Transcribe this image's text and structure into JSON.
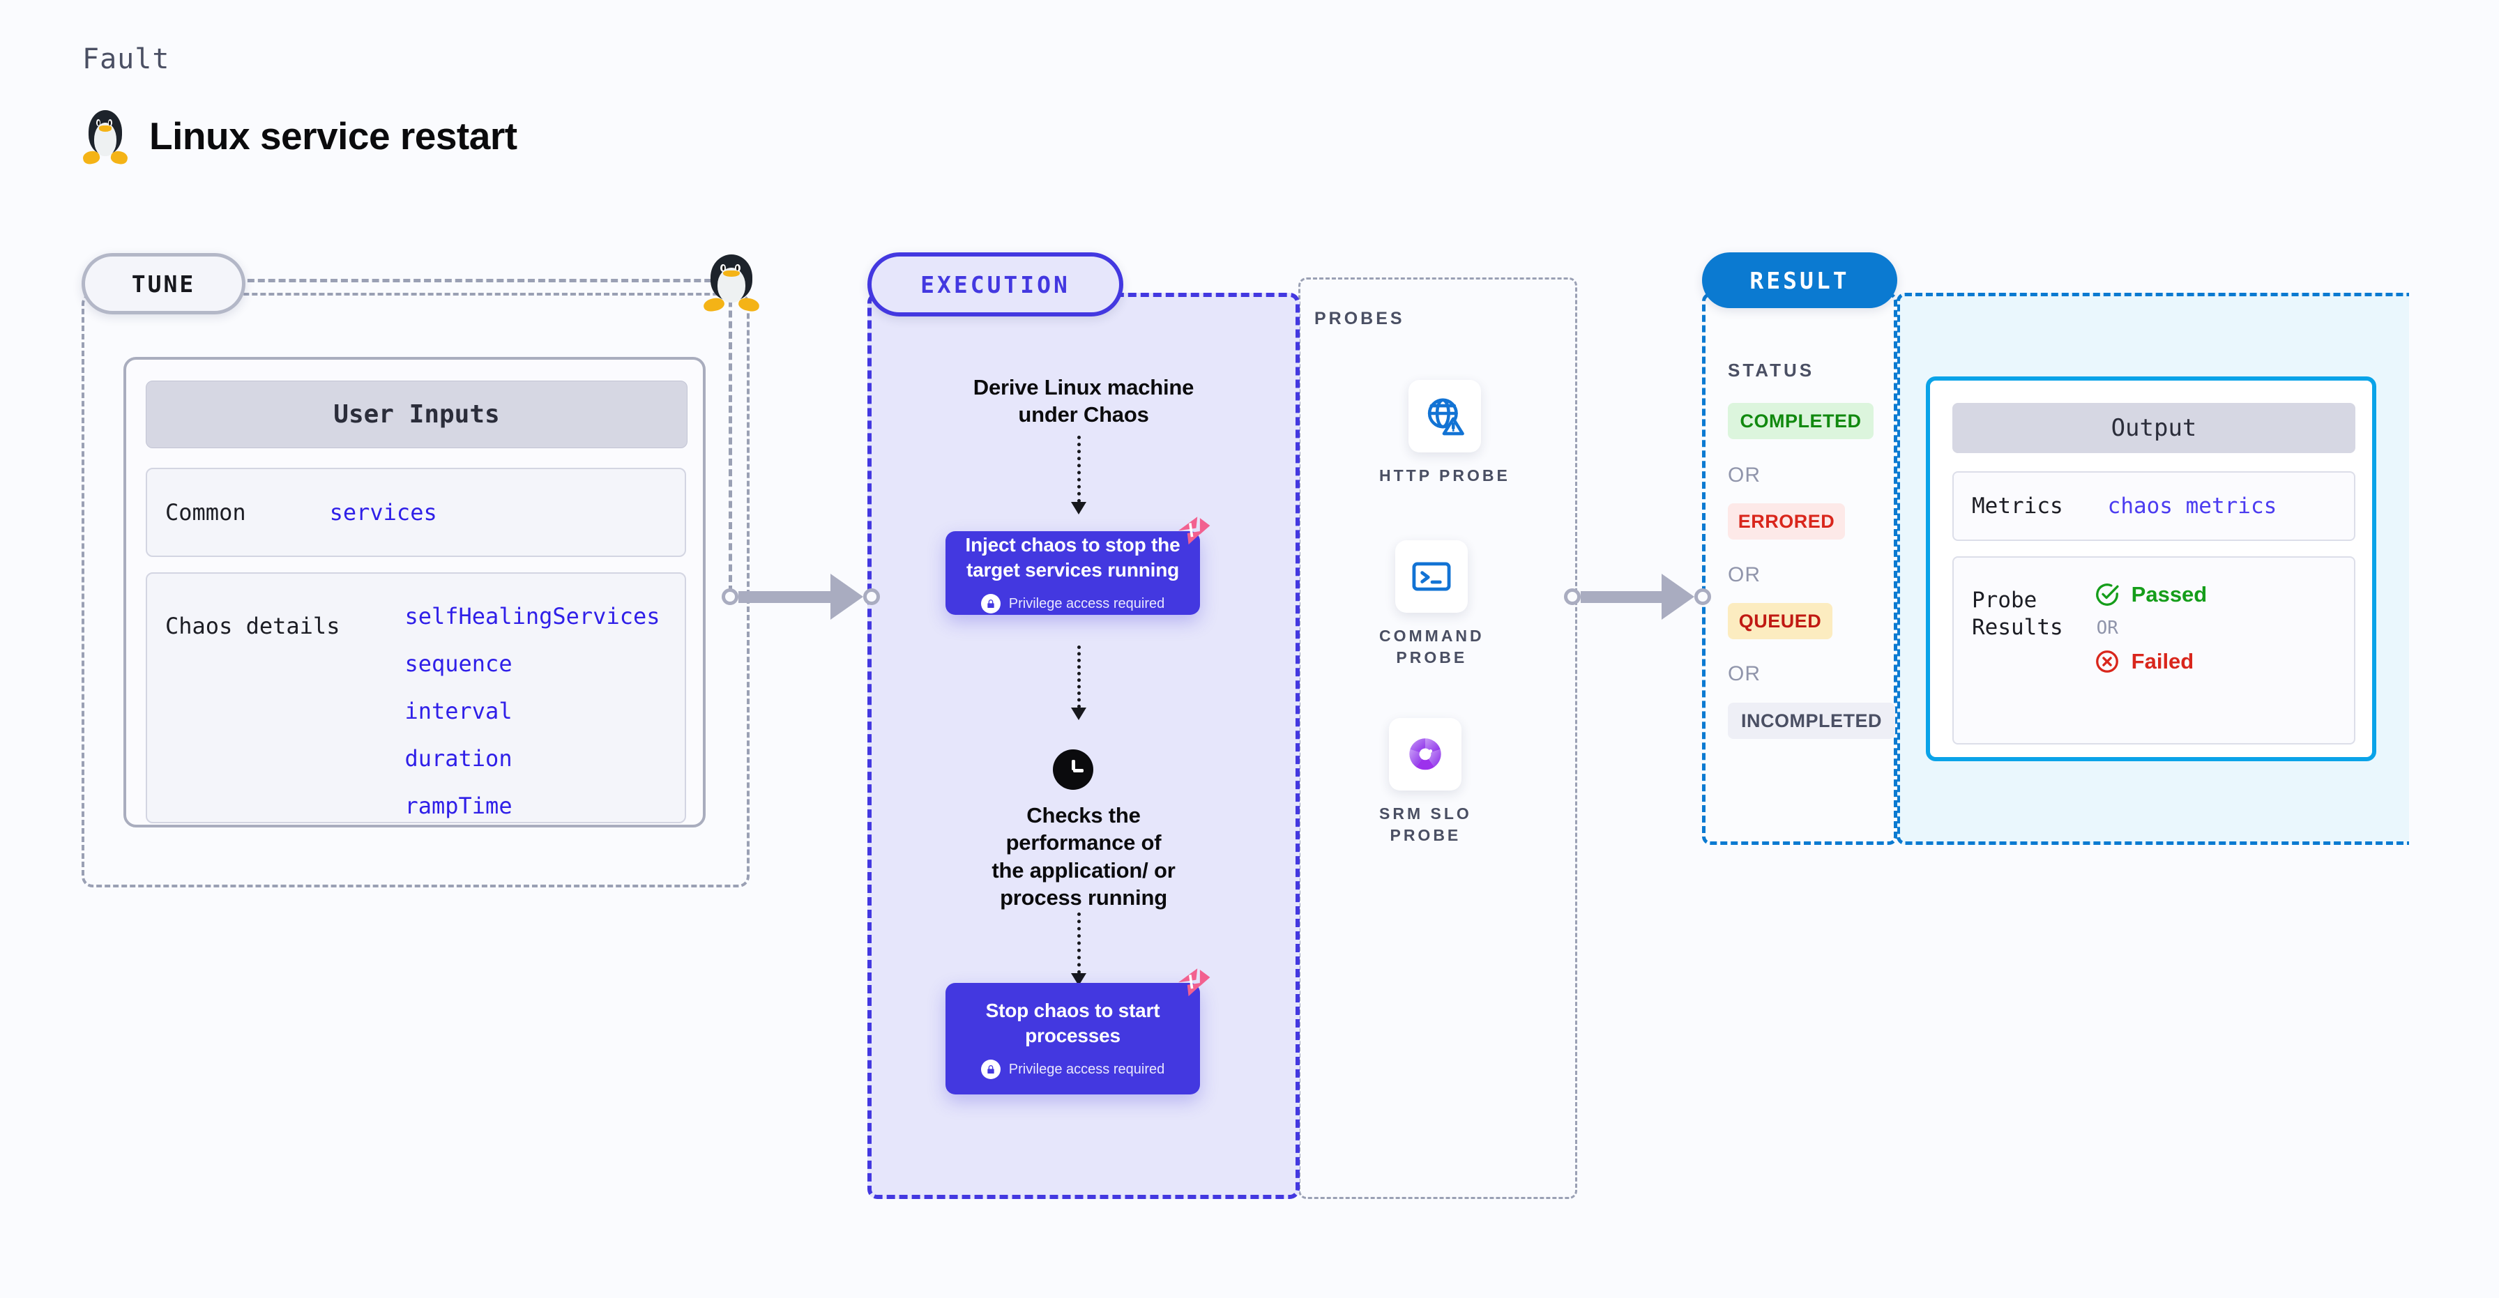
{
  "header": {
    "kicker": "Fault",
    "title": "Linux service restart",
    "icon": "linux-penguin-icon"
  },
  "tune": {
    "badge": "TUNE",
    "card_title": "User Inputs",
    "rows": [
      {
        "key": "Common",
        "values": [
          "services"
        ]
      },
      {
        "key": "Chaos details",
        "values": [
          "selfHealingServices",
          "sequence",
          "interval",
          "duration",
          "rampTime"
        ]
      }
    ]
  },
  "execution": {
    "badge": "EXECUTION",
    "steps": [
      {
        "type": "text",
        "label": "Derive Linux machine\nunder Chaos"
      },
      {
        "type": "card",
        "label": "Inject chaos to stop the\ntarget services running",
        "privilege": "Privilege access required"
      },
      {
        "type": "text",
        "label": "Checks the\nperformance of\nthe application/ or\nprocess running",
        "icon": "clock-icon"
      },
      {
        "type": "card",
        "label": "Stop chaos to start\nprocesses",
        "privilege": "Privilege access required"
      }
    ],
    "card_inject_line1": "Inject chaos to stop the",
    "card_inject_line2": "target services running",
    "card_stop_line1": "Stop chaos to start",
    "card_stop_line2": "processes",
    "privilege_text": "Privilege access required",
    "derive_line1": "Derive Linux machine",
    "derive_line2": "under Chaos",
    "checks_text": "Checks the\nperformance of\nthe application/ or\nprocess running"
  },
  "probes": {
    "label": "PROBES",
    "items": [
      {
        "name": "HTTP PROBE",
        "icon": "globe-warning-icon"
      },
      {
        "name": "COMMAND\nPROBE",
        "icon": "terminal-icon"
      },
      {
        "name": "SRM SLO\nPROBE",
        "icon": "slo-gauge-check-icon"
      }
    ]
  },
  "result": {
    "badge": "RESULT",
    "status_label": "STATUS",
    "or": "OR",
    "statuses": [
      {
        "label": "COMPLETED",
        "bg": "#dcf5dd",
        "fg": "#11890f"
      },
      {
        "label": "ERRORED",
        "bg": "#fde9e8",
        "fg": "#d9261c"
      },
      {
        "label": "QUEUED",
        "bg": "#fcecc0",
        "fg": "#c01a13"
      },
      {
        "label": "INCOMPLETED",
        "bg": "#eeeff6",
        "fg": "#4a4f63"
      }
    ],
    "output": {
      "title": "Output",
      "metrics_key": "Metrics",
      "metrics_value": "chaos metrics",
      "probe_results_key": "Probe\nResults",
      "passed": "Passed",
      "failed": "Failed",
      "or": "OR"
    }
  },
  "colors": {
    "accent_purple": "#4338e0",
    "accent_blue": "#0b7ad1",
    "accent_cyan": "#0aa3e8",
    "param_blue": "#2f1fe8",
    "harness_pink": "#f2608f",
    "passed_green": "#159d1a",
    "failed_red": "#d9261c",
    "page_bg": "#fafbfe"
  }
}
